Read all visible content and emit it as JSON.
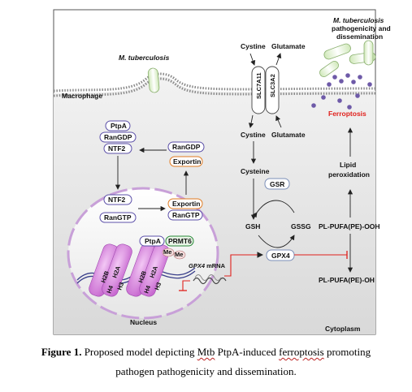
{
  "labels": {
    "mtb_top": "M. tuberculosis",
    "mtb_pathogenicity_line1": "M. tuberculosis",
    "mtb_pathogenicity_line2": "pathogenicity and",
    "mtb_pathogenicity_line3": "dissemination",
    "macrophage": "Macrophage",
    "cystine_top": "Cystine",
    "glutamate_top": "Glutamate",
    "slc7a11": "SLC7A11",
    "slc3a2": "SLC3A2",
    "cystine_in": "Cystine",
    "glutamate_out": "Glutamate",
    "cysteine": "Cysteine",
    "gsr": "GSR",
    "gsh": "GSH",
    "gssg": "GSSG",
    "gpx4": "GPX4",
    "ferroptosis": "Ferroptosis",
    "lipid_peroxidation_line1": "Lipid",
    "lipid_peroxidation_line2": "peroxidation",
    "pl_ooh": "PL-PUFA(PE)-OOH",
    "pl_oh": "PL-PUFA(PE)-OH",
    "ptpa": "PtpA",
    "rangdp": "RanGDP",
    "ntf2": "NTF2",
    "rangdp_right": "RanGDP",
    "exportin": "Exportin",
    "ntf2_nuc": "NTF2",
    "rangtp_nuc": "RanGTP",
    "exportin_nuc": "Exportin",
    "rangtp_right": "RanGTP",
    "ptpa_nuc": "PtpA",
    "prmt6": "PRMT6",
    "me1": "Me",
    "me2": "Me",
    "h2b_1": "H2B",
    "h2a_1": "H2A",
    "h4_1": "H4",
    "h3_1": "H3",
    "h2b_2": "H2B",
    "h2a_2": "H2A",
    "h4_2": "H4",
    "h3_2": "H3",
    "gpx4_mrna_gene": "GPX4",
    "gpx4_mrna_suffix": " mRNA",
    "nucleus": "Nucleus",
    "cytoplasm": "Cytoplasm"
  },
  "caption": {
    "figure_label": "Figure 1.",
    "line1_a": " Proposed model depicting ",
    "line1_mtb": "Mtb",
    "line1_b": " PtpA-induced ",
    "line1_ferroptosis": "ferroptosis",
    "line1_c": " promoting",
    "line2": "pathogen pathogenicity and dissemination."
  },
  "colors": {
    "ferroptosis": "#e0201c",
    "inhibition": "#e0201c",
    "prmt6_border": "#2a8a3a",
    "exportin_border": "#e07a20",
    "ptpa_border": "#5b4fa8",
    "nucleus_dash": "#c8a0d8",
    "nucleosome": "#d98ae0"
  },
  "icons": [
    "mtb-bacillus-icon",
    "nucleosome-icon",
    "mrna-wave-icon",
    "dna-strand-icon"
  ]
}
